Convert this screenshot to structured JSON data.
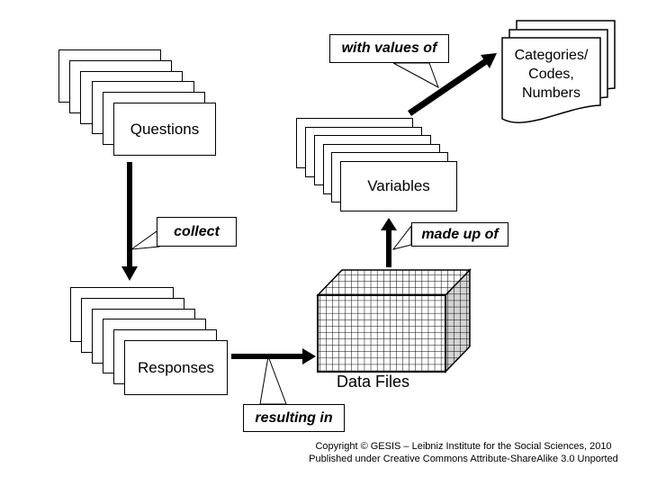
{
  "colors": {
    "ink": "#000000",
    "paper": "#ffffff",
    "cube_side": "#d3d3d3"
  },
  "nodes": {
    "questions": {
      "label": "Questions"
    },
    "variables": {
      "label": "Variables"
    },
    "responses": {
      "label": "Responses"
    },
    "categories": {
      "line1": "Categories/",
      "line2": "Codes,",
      "line3": "Numbers"
    },
    "data_files": {
      "label": "Data Files"
    }
  },
  "callouts": {
    "with_values_of": {
      "label": "with values of"
    },
    "collect": {
      "label": "collect"
    },
    "made_up_of": {
      "label": "made up of"
    },
    "resulting_in": {
      "label": "resulting in"
    }
  },
  "footer": {
    "line1": "Copyright ©  GESIS – Leibniz Institute for the Social Sciences, 2010",
    "line2": "Published under Creative Commons Attribute-ShareAlike 3.0 Unported"
  }
}
